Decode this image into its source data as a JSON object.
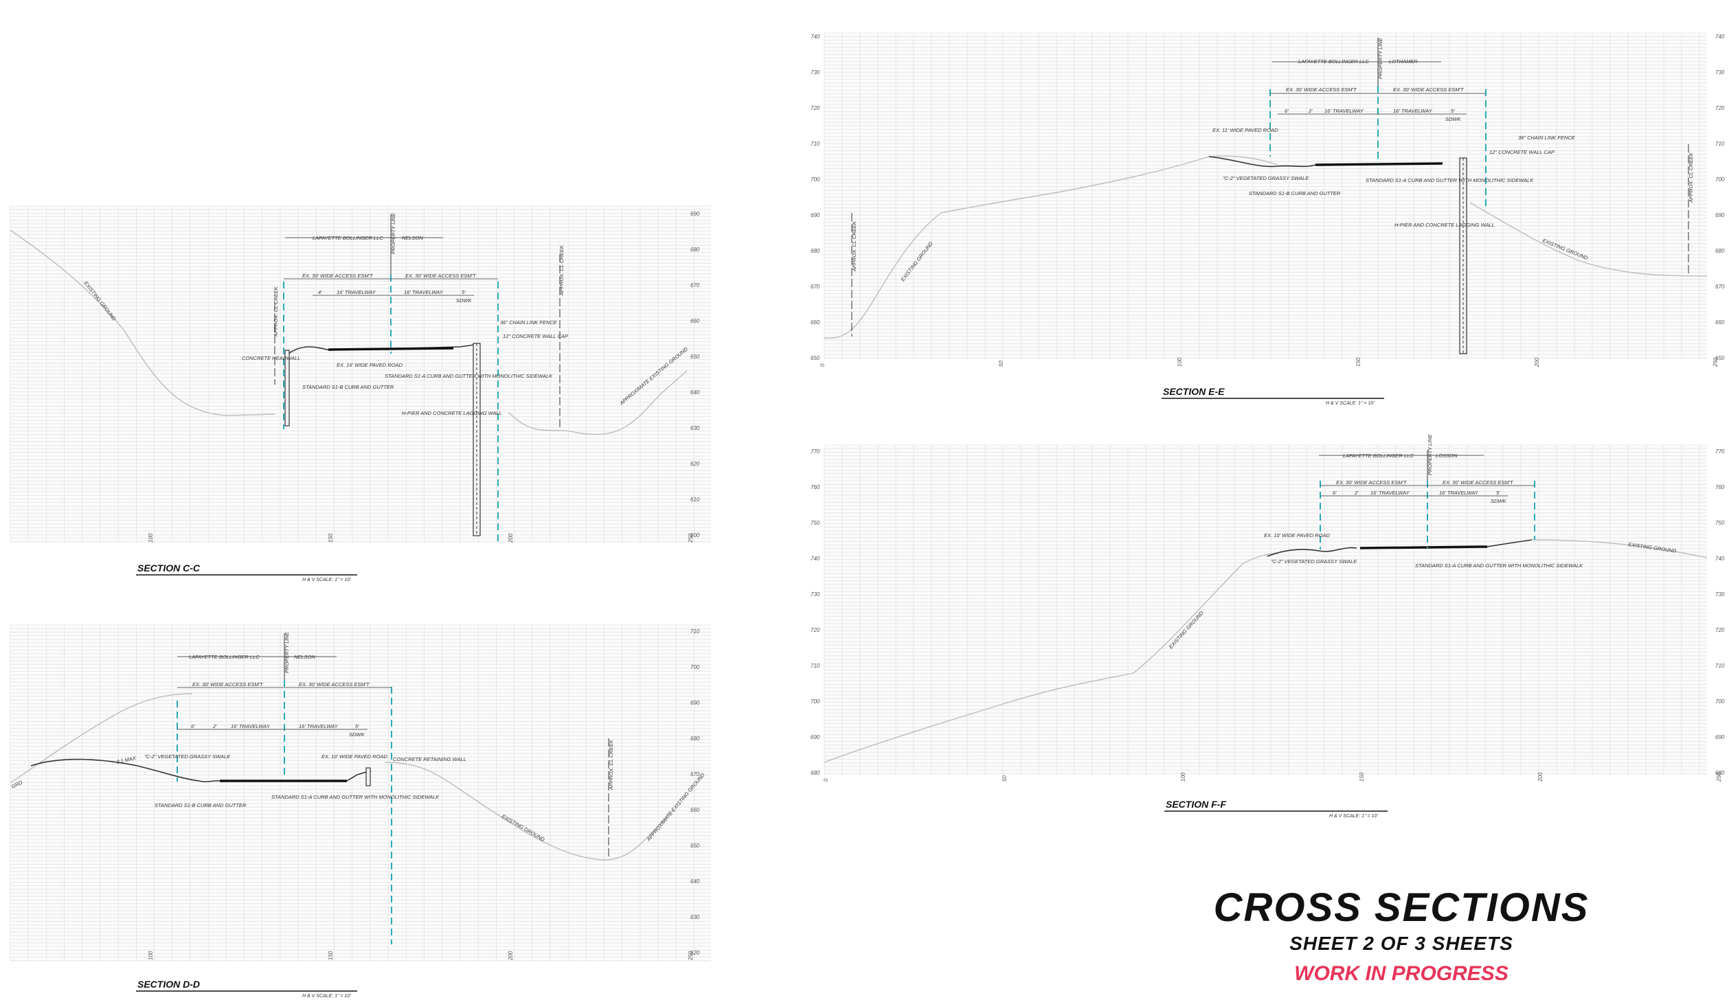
{
  "sections": [
    {
      "id": "cc",
      "title": "SECTION  C-C",
      "scale": "H & V SCALE: 1\" = 10'",
      "elevations": [
        "690",
        "680",
        "670",
        "660",
        "650",
        "640",
        "630",
        "620",
        "610",
        "600"
      ],
      "stations": [
        "100",
        "150",
        "200",
        "250"
      ],
      "annotations": {
        "owners_left": "LAFAYETTE BOLLINGER LLC",
        "owners_right": "NELSON",
        "property_line": "PROPERTY LINE",
        "esmt_left": "EX. 30' WIDE ACCESS ESM'T",
        "esmt_right": "EX. 30' WIDE ACCESS ESM'T",
        "dim_a": "4'",
        "dim_b": "16' TRAVELWAY",
        "dim_c": "16' TRAVELWAY",
        "dim_d": "5'",
        "dim_e": "SDWK",
        "chain_fence": "36\" CHAIN LINK FENCE",
        "wall_cap": "12\" CONCRETE WALL CAP",
        "headwall": "CONCRETE HEADWALL",
        "paved_road": "EX. 16' WIDE PAVED ROAD",
        "curb": "STANDARD S1-B CURB AND GUTTER",
        "curb_sdwk": "STANDARD S1-A CURB AND GUTTER WITH MONOLITHIC SIDEWALK",
        "hpier": "H-PIER AND CONCRETE LAGGING WALL",
        "existing_ground": "EXISTING GROUND",
        "approx_existing": "APPROXIMATE EXISTING GROUND",
        "approx_creek": "APPROX. CL CREEK",
        "approx_creek2": "APPROX. CL CREEK"
      }
    },
    {
      "id": "dd",
      "title": "SECTION  D-D",
      "scale": "H & V SCALE: 1\" = 10'",
      "elevations": [
        "710",
        "700",
        "690",
        "680",
        "670",
        "660",
        "650",
        "640",
        "630",
        "620"
      ],
      "stations": [
        "100",
        "150",
        "200",
        "250"
      ],
      "annotations": {
        "owners_left": "LAFAYETTE BOLLINGER LLC",
        "owners_right": "NELSON",
        "property_line": "PROPERTY LINE",
        "esmt_left": "EX. 30' WIDE ACCESS ESM'T",
        "esmt_right": "EX. 30' WIDE ACCESS ESM'T",
        "dim_a": "6'",
        "dim_b": "2'",
        "dim_c": "16' TRAVELWAY",
        "dim_d": "16' TRAVELWAY",
        "dim_e": "5'",
        "dim_f": "SDWK",
        "swale": "\"C-2\" VEGETATED GRASSY SWALE",
        "max": "3:1 MAX",
        "paved_road": "EX. 10' WIDE PAVED ROAD",
        "retaining": "CONCRETE RETAINING WALL",
        "curb": "STANDARD S1-B CURB AND GUTTER",
        "curb_sdwk": "STANDARD S1-A CURB AND GUTTER WITH MONOLITHIC SIDEWALK",
        "existing_ground": "EXISTING GROUND",
        "approx_existing": "APPROXIMATE EXISTING GROUND",
        "approx_creek": "APPROX. CL CREEK",
        "left_edge": "GRD"
      }
    },
    {
      "id": "ee",
      "title": "SECTION  E-E",
      "scale": "H & V SCALE: 1\" = 10'",
      "elevations": [
        "740",
        "730",
        "720",
        "710",
        "700",
        "690",
        "680",
        "670",
        "660",
        "650"
      ],
      "stations": [
        "0",
        "50",
        "100",
        "150",
        "200",
        "250"
      ],
      "annotations": {
        "owners_left": "LAFAYETTE BOLLINGER LLC",
        "owners_right": "LOTHAMER",
        "property_line": "PROPERTY LINE",
        "esmt_left": "EX. 30' WIDE ACCESS ESM'T",
        "esmt_right": "EX. 30' WIDE ACCESS ESM'T",
        "dim_a": "6'",
        "dim_b": "2'",
        "dim_c": "16' TRAVELWAY",
        "dim_d": "16' TRAVELWAY",
        "dim_e": "5'",
        "dim_f": "SDWK",
        "chain_fence": "36\" CHAIN LINK FENCE",
        "wall_cap": "12\" CONCRETE WALL CAP",
        "paved_road": "EX. 11' WIDE PAVED ROAD",
        "swale": "\"C-2\" VEGETATED GRASSY SWALE",
        "curb": "STANDARD S1-B CURB AND GUTTER",
        "curb_sdwk": "STANDARD S1-A CURB AND GUTTER WITH MONOLITHIC SIDEWALK",
        "hpier": "H-PIER AND CONCRETE LAGGING WALL",
        "existing_ground": "EXISTING GROUND",
        "existing_ground2": "EXISTING GROUND",
        "approx_creek": "APPROX. CL CREEK",
        "approx_creek2": "APPROX. CL CREEK"
      }
    },
    {
      "id": "ff",
      "title": "SECTION  F-F",
      "scale": "H & V SCALE: 1\" = 10'",
      "elevations": [
        "770",
        "760",
        "750",
        "740",
        "730",
        "720",
        "710",
        "700",
        "690",
        "680"
      ],
      "stations": [
        "0",
        "50",
        "100",
        "150",
        "200",
        "250"
      ],
      "annotations": {
        "owners_left": "LAFAYETTE BOLLINGER LLC",
        "owners_right": "LOSSON",
        "property_line": "PROPERTY LINE",
        "esmt_left": "EX. 30' WIDE ACCESS ESM'T",
        "esmt_right": "EX. 30' WIDE ACCESS ESM'T",
        "dim_a": "6'",
        "dim_b": "2'",
        "dim_c": "16' TRAVELWAY",
        "dim_d": "16' TRAVELWAY",
        "dim_e": "5'",
        "dim_f": "SDWK",
        "paved_road": "EX. 10' WIDE PAVED ROAD",
        "swale": "\"C-2\" VEGETATED GRASSY SWALE",
        "curb_sdwk": "STANDARD S1-A CURB AND GUTTER WITH MONOLITHIC SIDEWALK",
        "existing_ground": "EXISTING GROUND",
        "existing_ground2": "EXISTING GROUND"
      }
    }
  ],
  "sheet": {
    "title": "CROSS  SECTIONS",
    "subtitle": "SHEET  2  OF  3  SHEETS",
    "status": "WORK  IN  PROGRESS",
    "status_color": "#e8345a",
    "design_line_color": "#2aa9b8"
  }
}
